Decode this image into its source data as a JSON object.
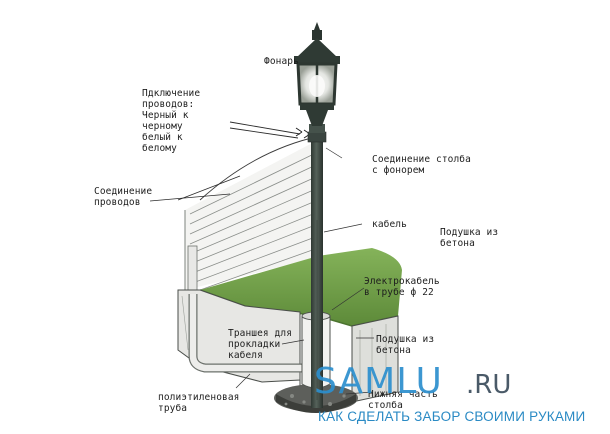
{
  "labels": {
    "lamp": "Фонарь",
    "wire_connection": "Пдключение\nпроводов:\nЧерный к\nчерному\nбелый к\nбелому",
    "wires_joint": "Соединение\nпроводов",
    "pole_lamp_joint": "Соединение столба\nс фонорем",
    "cable": "кабель",
    "concrete_pad_top": "Подушка из\nбетона",
    "electrocable": "Электрокабель\nв трубе ф 22",
    "trench": "Траншея для\nпрокладки\nкабеля",
    "concrete_pad_bottom": "Подушка из\nбетона",
    "pe_pipe": "полиэтиленовая\nтруба",
    "pole_bottom": "Нижняя часть\nстолба"
  },
  "watermark": {
    "site": "SAMLU",
    "tld": ".RU",
    "tagline": "КАК СДЕЛАТЬ ЗАБОР СВОИМИ РУКАМИ"
  },
  "colors": {
    "pole": "#3f4a43",
    "grass": "#6e9e46",
    "watermark_main": "#2c8fce",
    "watermark_ru": "#4a5a68",
    "watermark_sub": "#2a8ac4"
  }
}
